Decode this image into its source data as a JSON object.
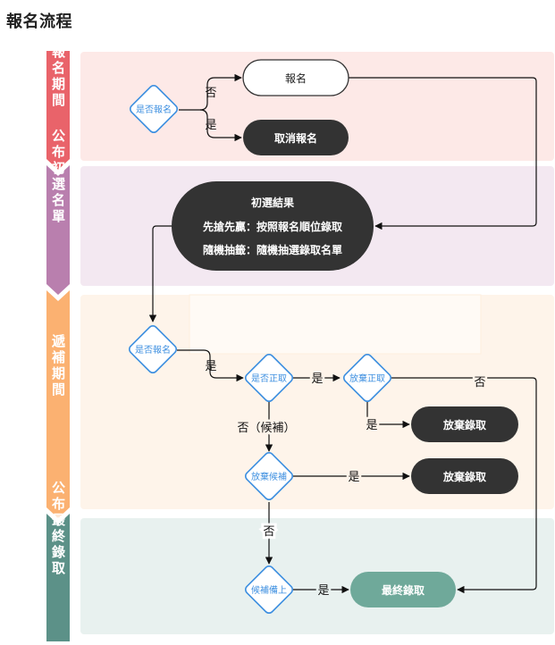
{
  "title": "報名流程",
  "colors": {
    "stage1": "#e9636a",
    "stage1_bg": "#fde9e7",
    "stage2": "#b97fae",
    "stage2_bg": "#f3e8f1",
    "stage3": "#fbb171",
    "stage3_bg": "#fef4ea",
    "stage4": "#5c9188",
    "stage4_bg": "#e8f1ef",
    "decision": "#3d8fe0",
    "dark": "#333333",
    "final": "#6fa99a"
  },
  "stages": [
    {
      "label": "報名期間"
    },
    {
      "label": "公布初選名單"
    },
    {
      "label": "遞補期間"
    },
    {
      "label": "公布最終錄取"
    }
  ],
  "nodes": {
    "d1": "是否報名",
    "apply": "報名",
    "cancel": "取消報名",
    "result_title": "初選結果",
    "result_line1": "先搶先贏：按照報名順位錄取",
    "result_line2": "隨機抽籤：隨機抽選錄取名單",
    "d2": "是否報名",
    "d_formal": "是否正取",
    "d_giveup_formal": "放棄正取",
    "giveup1": "放棄錄取",
    "d_giveup_wait": "放棄候補",
    "giveup2": "放棄錄取",
    "d_waitup": "候補備上",
    "final": "最終錄取"
  },
  "edges": {
    "no": "否",
    "yes": "是",
    "no_wait": "否（候補）"
  }
}
